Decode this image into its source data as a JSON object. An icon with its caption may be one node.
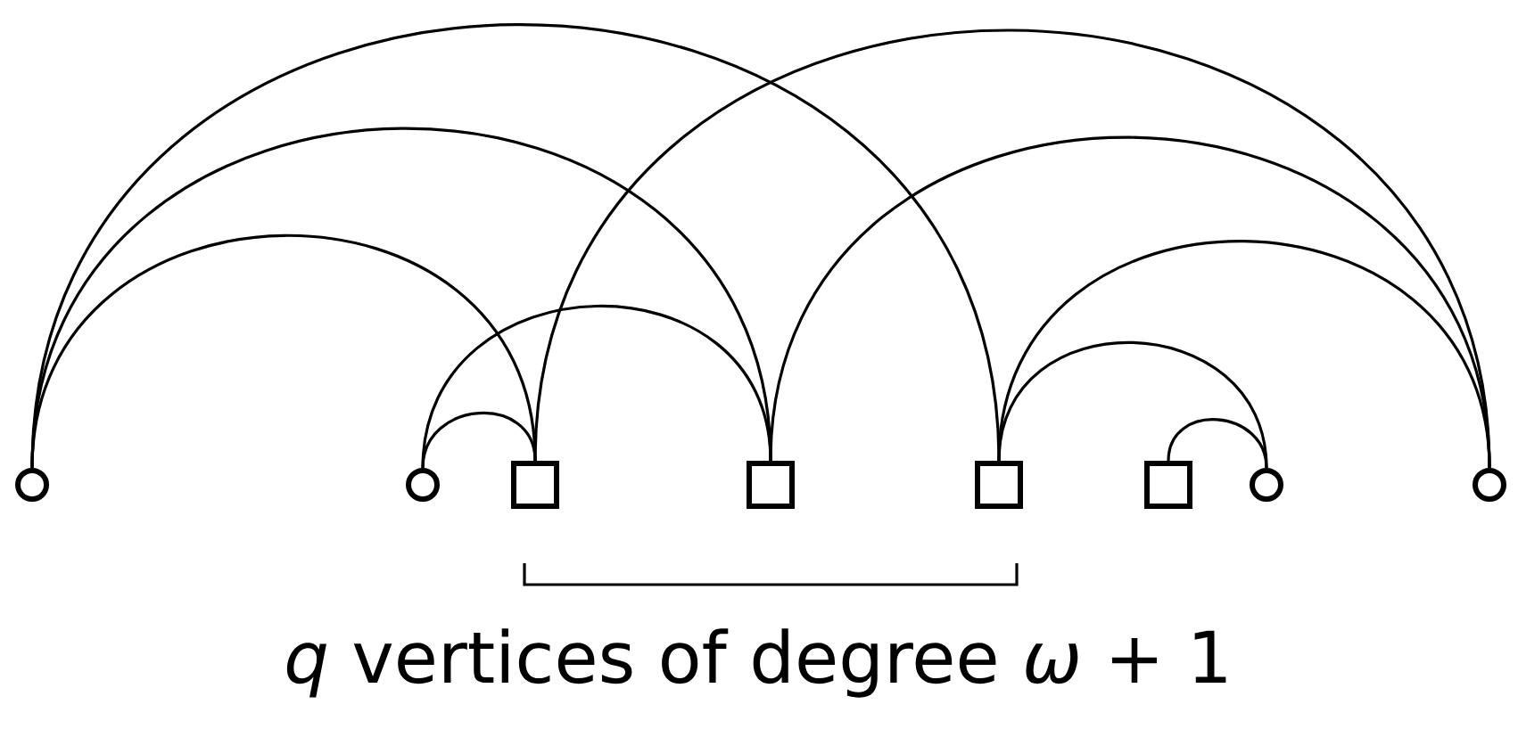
{
  "diagram": {
    "nodes": [
      {
        "text": [],
        "shape": "circle"
      },
      {
        "text": [],
        "shape": "circle"
      },
      {
        "text": [],
        "shape": "box"
      },
      {
        "text": [],
        "shape": "box"
      },
      {
        "text": [],
        "shape": "box"
      },
      {
        "text": [],
        "shape": "box"
      },
      {
        "text": [],
        "shape": "circle"
      },
      {
        "text": [],
        "shape": "circle"
      }
    ],
    "edges": [
      {
        "from": 0,
        "to": 2,
        "arrow": "none"
      },
      {
        "from": 0,
        "to": 3,
        "arrow": "none"
      },
      {
        "from": 0,
        "to": 4,
        "arrow": "none"
      },
      {
        "from": 1,
        "to": 2,
        "arrow": "none"
      },
      {
        "from": 1,
        "to": 3,
        "arrow": "none"
      },
      {
        "from": 2,
        "to": 7,
        "arrow": "none"
      },
      {
        "from": 3,
        "to": 7,
        "arrow": "none"
      },
      {
        "from": 4,
        "to": 7,
        "arrow": "none"
      },
      {
        "from": 4,
        "to": 6,
        "arrow": "none"
      },
      {
        "from": 5,
        "to": 6,
        "arrow": "none"
      }
    ],
    "labels": [
      "*q* vertices of degree *ω* + 1"
    ]
  }
}
